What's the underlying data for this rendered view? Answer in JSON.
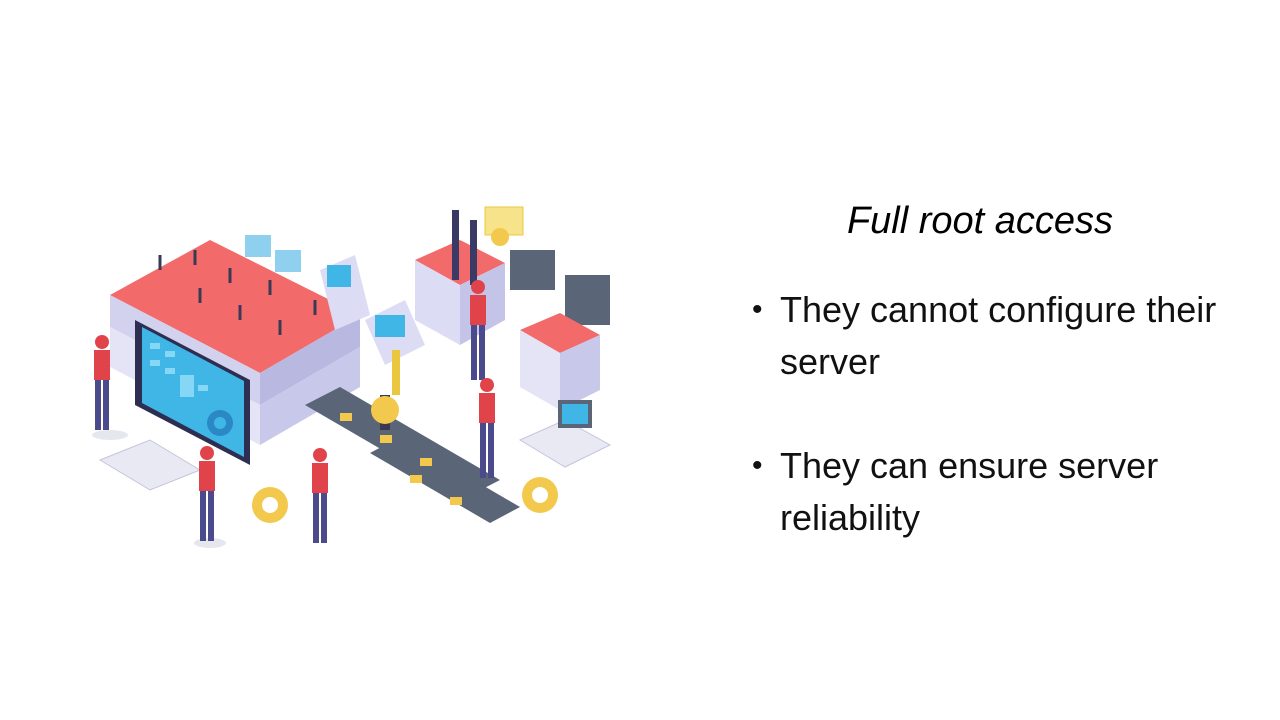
{
  "slide": {
    "heading": "Full root access",
    "bullets": [
      {
        "text": "They cannot configure their server"
      },
      {
        "text": "They can ensure server reliability"
      }
    ]
  },
  "illustration": {
    "subject": "isometric-factory-icon",
    "colors": {
      "roof": "#f26a6a",
      "wall": "#dcdcf4",
      "screen": "#3fb6e6",
      "worker_shirt": "#e0444a",
      "worker_pants": "#4a4a8c",
      "gear": "#f2c94c",
      "conveyor": "#5a6577"
    }
  }
}
